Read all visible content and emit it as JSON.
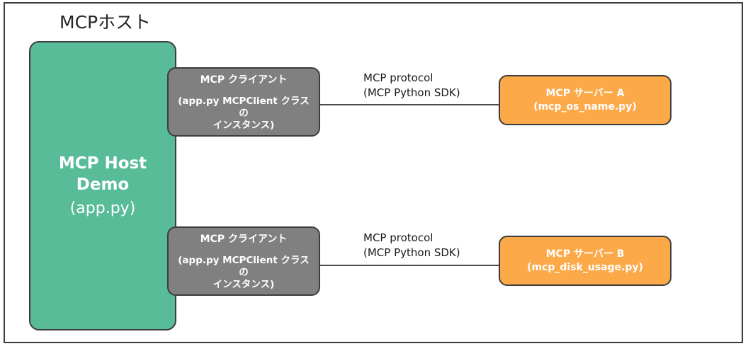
{
  "figure": {
    "frame_color": "#3d3d3d",
    "background": "#ffffff"
  },
  "host_group": {
    "title": "MCPホスト"
  },
  "host": {
    "name": "MCP Host Demo",
    "file": "(app.py)",
    "color": "#57bc97"
  },
  "clients": [
    {
      "title": "MCP クライアント",
      "subtitle": "(app.py MCPClient クラスの インスタンス)",
      "subtitle_line1": "(app.py MCPClient クラスの",
      "subtitle_line2": "インスタンス)",
      "color": "#808080"
    },
    {
      "title": "MCP クライアント",
      "subtitle": "(app.py MCPClient クラスの インスタンス)",
      "subtitle_line1": "(app.py MCPClient クラスの",
      "subtitle_line2": "インスタンス)",
      "color": "#808080"
    }
  ],
  "connections": [
    {
      "label_line1": "MCP protocol",
      "label_line2": "(MCP Python SDK)"
    },
    {
      "label_line1": "MCP protocol",
      "label_line2": "(MCP Python SDK)"
    }
  ],
  "servers": [
    {
      "title": "MCP サーバー A",
      "file": "(mcp_os_name.py)",
      "color": "#fca94a"
    },
    {
      "title": "MCP サーバー B",
      "file": "(mcp_disk_usage.py)",
      "color": "#fca94a"
    }
  ]
}
